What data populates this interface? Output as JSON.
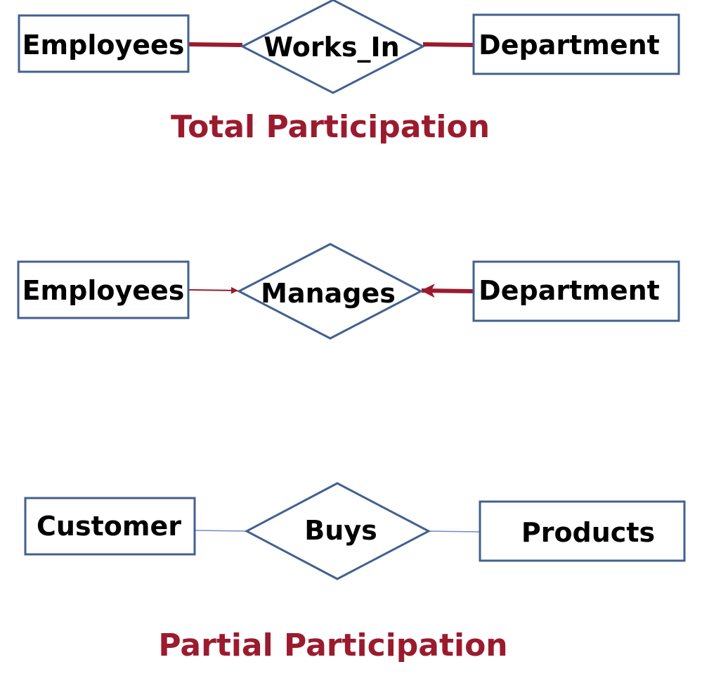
{
  "colors": {
    "entity_border": "#42618f",
    "relationship_border": "#42618f",
    "total_participation_line": "#9b1b2e",
    "partial_participation_line": "#6d8fc4",
    "caption": "#9b1b2e",
    "text": "#000000"
  },
  "diagrams": [
    {
      "left_entity": "Employees",
      "relationship": "Works_In",
      "right_entity": "Department",
      "left_connector": "thick line",
      "right_connector": "thick line"
    },
    {
      "left_entity": "Employees",
      "relationship": "Manages",
      "right_entity": "Department",
      "left_connector": "thin arrow",
      "right_connector": "thick arrow"
    },
    {
      "left_entity": "Customer",
      "relationship": "Buys",
      "right_entity": "Products",
      "left_connector": "thin line",
      "right_connector": "thin line"
    }
  ],
  "captions": {
    "total": "Total Participation",
    "partial": "Partial Participation"
  }
}
